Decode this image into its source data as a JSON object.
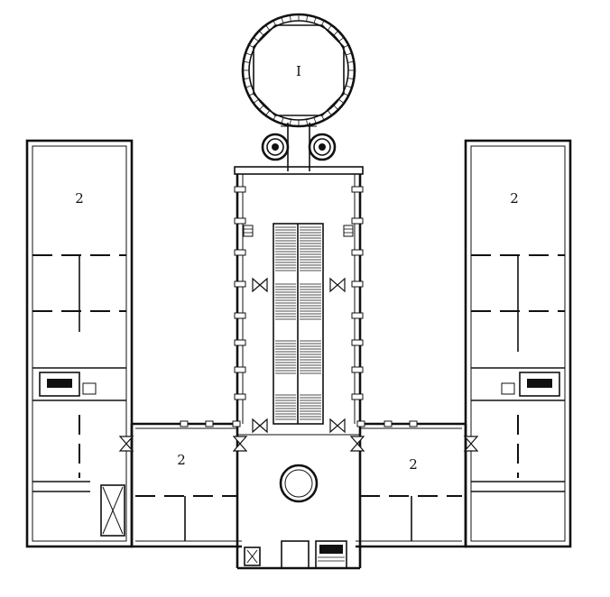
{
  "labels": {
    "tower": "I",
    "left_wing": "2",
    "right_wing": "2",
    "lower_left": "2",
    "lower_right": "2"
  }
}
